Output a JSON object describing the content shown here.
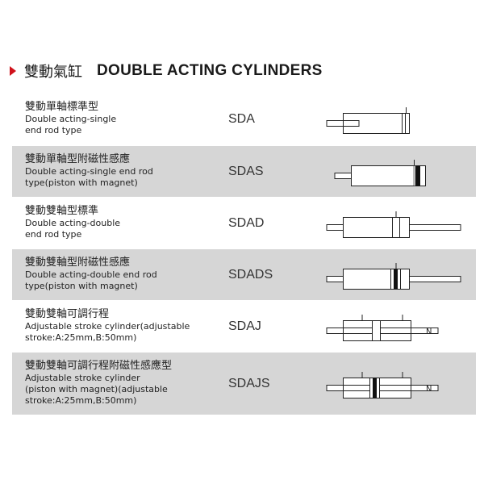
{
  "header": {
    "title_zh": "雙動氣缸",
    "title_en": "DOUBLE ACTING CYLINDERS"
  },
  "rows": [
    {
      "zh": "雙動單軸標準型",
      "en_lines": [
        "Double acting-single",
        "end rod type"
      ],
      "code": "SDA",
      "icon": "single-rod-cylinder-icon"
    },
    {
      "zh": "雙動單軸型附磁性感應",
      "en_lines": [
        "Double acting-single end rod",
        "type(piston with magnet)"
      ],
      "code": "SDAS",
      "icon": "single-rod-magnet-cylinder-icon"
    },
    {
      "zh": "雙動雙軸型標準",
      "en_lines": [
        "Double acting-double",
        "end rod type"
      ],
      "code": "SDAD",
      "icon": "double-rod-cylinder-icon"
    },
    {
      "zh": "雙動雙軸型附磁性感應",
      "en_lines": [
        "Double acting-double end rod",
        "type(piston with magnet)"
      ],
      "code": "SDADS",
      "icon": "double-rod-magnet-cylinder-icon"
    },
    {
      "zh": "雙動雙軸可調行程",
      "en_lines": [
        "Adjustable stroke cylinder(adjustable",
        "stroke:A:25mm,B:50mm)"
      ],
      "code": "SDAJ",
      "icon": "adjustable-stroke-cylinder-icon",
      "icon_label": "N"
    },
    {
      "zh": "雙動雙軸可調行程附磁性感應型",
      "en_lines": [
        "Adjustable stroke cylinder",
        "(piston with magnet)(adjustable",
        "stroke:A:25mm,B:50mm)"
      ],
      "code": "SDAJS",
      "icon": "adjustable-stroke-magnet-cylinder-icon",
      "icon_label": "N"
    }
  ]
}
